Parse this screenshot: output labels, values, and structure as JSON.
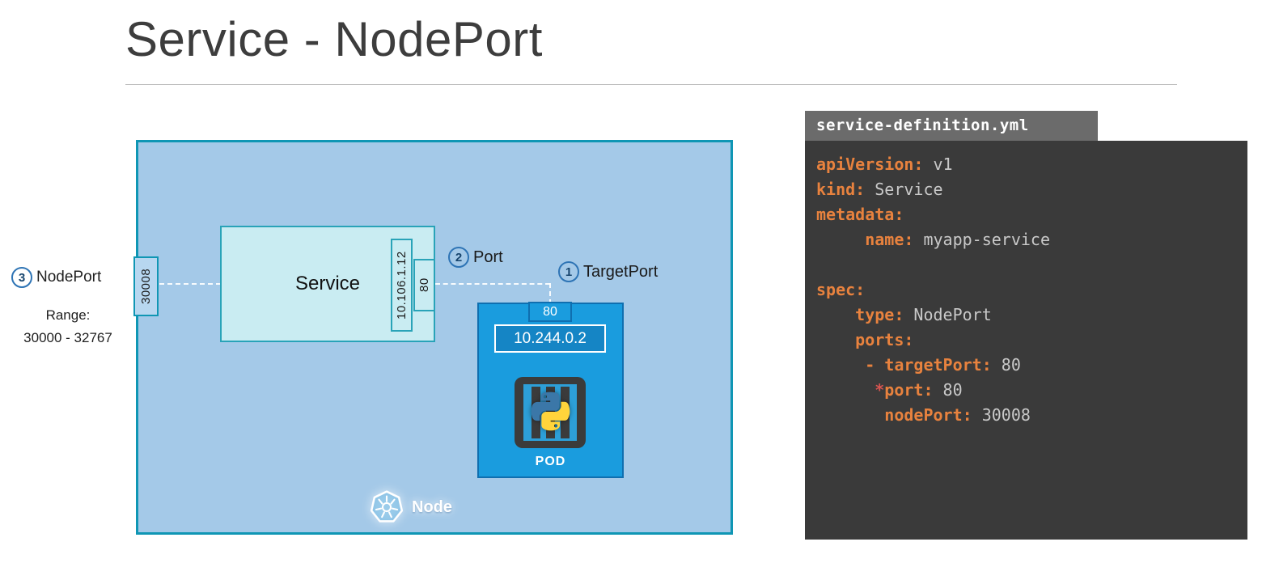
{
  "title": "Service - NodePort",
  "diagram": {
    "node_label": "Node",
    "node_port_value": "30008",
    "nodeport_annotation": {
      "number": "3",
      "label": "NodePort",
      "range_label": "Range:",
      "range_value": "30000 - 32767"
    },
    "port_annotation": {
      "number": "2",
      "label": "Port"
    },
    "targetport_annotation": {
      "number": "1",
      "label": "TargetPort"
    },
    "service": {
      "label": "Service",
      "cluster_ip": "10.106.1.12",
      "port": "80"
    },
    "pod": {
      "label": "POD",
      "port": "80",
      "ip": "10.244.0.2"
    }
  },
  "code_panel": {
    "filename": "service-definition.yml",
    "lines": [
      [
        {
          "c": "key",
          "t": "apiVersion:"
        },
        {
          "c": "val",
          "t": " v1"
        }
      ],
      [
        {
          "c": "key",
          "t": "kind:"
        },
        {
          "c": "val",
          "t": " Service"
        }
      ],
      [
        {
          "c": "key",
          "t": "metadata:"
        }
      ],
      [
        {
          "c": "val",
          "t": "     "
        },
        {
          "c": "key",
          "t": "name:"
        },
        {
          "c": "val",
          "t": " myapp-service"
        }
      ],
      [],
      [
        {
          "c": "key",
          "t": "spec:"
        }
      ],
      [
        {
          "c": "val",
          "t": "    "
        },
        {
          "c": "key",
          "t": "type:"
        },
        {
          "c": "val",
          "t": " NodePort"
        }
      ],
      [
        {
          "c": "val",
          "t": "    "
        },
        {
          "c": "key",
          "t": "ports:"
        }
      ],
      [
        {
          "c": "val",
          "t": "     "
        },
        {
          "c": "key",
          "t": "- targetPort:"
        },
        {
          "c": "val",
          "t": " 80"
        }
      ],
      [
        {
          "c": "val",
          "t": "      "
        },
        {
          "c": "star",
          "t": "*"
        },
        {
          "c": "key",
          "t": "port:"
        },
        {
          "c": "val",
          "t": " 80"
        }
      ],
      [
        {
          "c": "val",
          "t": "       "
        },
        {
          "c": "key",
          "t": "nodePort:"
        },
        {
          "c": "val",
          "t": " 30008"
        }
      ]
    ]
  },
  "colors": {
    "node_fill": "#A4C9E8",
    "node_border": "#0F96B4",
    "service_fill": "#C9ECF2",
    "service_border": "#29A3B8",
    "pod_fill": "#1A9CDE",
    "code_bg": "#3A3A3A",
    "code_key": "#E8823E",
    "code_value": "#C9C9C9",
    "accent_circle": "#2E74B5"
  }
}
